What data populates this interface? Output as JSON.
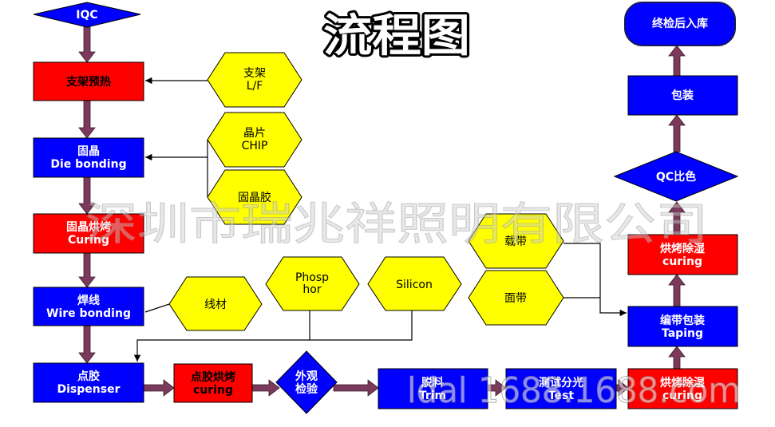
{
  "title": "流程图",
  "colors": {
    "process_blue": "#0000ff",
    "bake_red": "#ff0000",
    "material_yellow": "#ffff00",
    "arrow": "#7b3a5c",
    "text_light": "#ffffff",
    "text_dark": "#000000"
  },
  "watermark": {
    "company": "深圳市瑞兆祥照明有限公司",
    "site": "ldal 1688.1688.com"
  },
  "steps": {
    "iqc": {
      "lines": [
        "IQC"
      ]
    },
    "frame_preheat": {
      "lines": [
        "支架预热"
      ]
    },
    "die_bonding": {
      "lines": [
        "固晶",
        "Die bonding"
      ]
    },
    "die_curing": {
      "lines": [
        "固晶烘烤",
        "Curing"
      ]
    },
    "wire_bonding": {
      "lines": [
        "焊线",
        "Wire bonding"
      ]
    },
    "dispenser": {
      "lines": [
        "点胶",
        "Dispenser"
      ]
    },
    "dispense_curing": {
      "lines": [
        "点胶烘烤",
        "curing"
      ]
    },
    "visual_inspection": {
      "lines": [
        "外观",
        "检验"
      ]
    },
    "trim": {
      "lines": [
        "脱料",
        "Trim"
      ]
    },
    "test": {
      "lines": [
        "测试分光",
        "Test"
      ]
    },
    "dehumidify_bottom": {
      "lines": [
        "烘烤除湿",
        "curing"
      ]
    },
    "taping": {
      "lines": [
        "编带包装",
        "Taping"
      ]
    },
    "dehumidify_top": {
      "lines": [
        "烘烤除湿",
        "curing"
      ]
    },
    "qc_color": {
      "lines": [
        "QC比色"
      ]
    },
    "packing": {
      "lines": [
        "包装"
      ]
    },
    "final_storage": {
      "lines": [
        "终检后入库"
      ]
    }
  },
  "materials": {
    "lead_frame": {
      "lines": [
        "支架",
        "L/F"
      ]
    },
    "chip": {
      "lines": [
        "晶片",
        "CHIP"
      ]
    },
    "die_glue": {
      "lines": [
        "固晶胶"
      ]
    },
    "wire": {
      "lines": [
        "线材"
      ]
    },
    "phosphor": {
      "lines": [
        "Phosp",
        "hor"
      ]
    },
    "silicon": {
      "lines": [
        "Silicon"
      ]
    },
    "carrier_tape": {
      "lines": [
        "载带"
      ]
    },
    "cover_tape": {
      "lines": [
        "面带"
      ]
    }
  }
}
